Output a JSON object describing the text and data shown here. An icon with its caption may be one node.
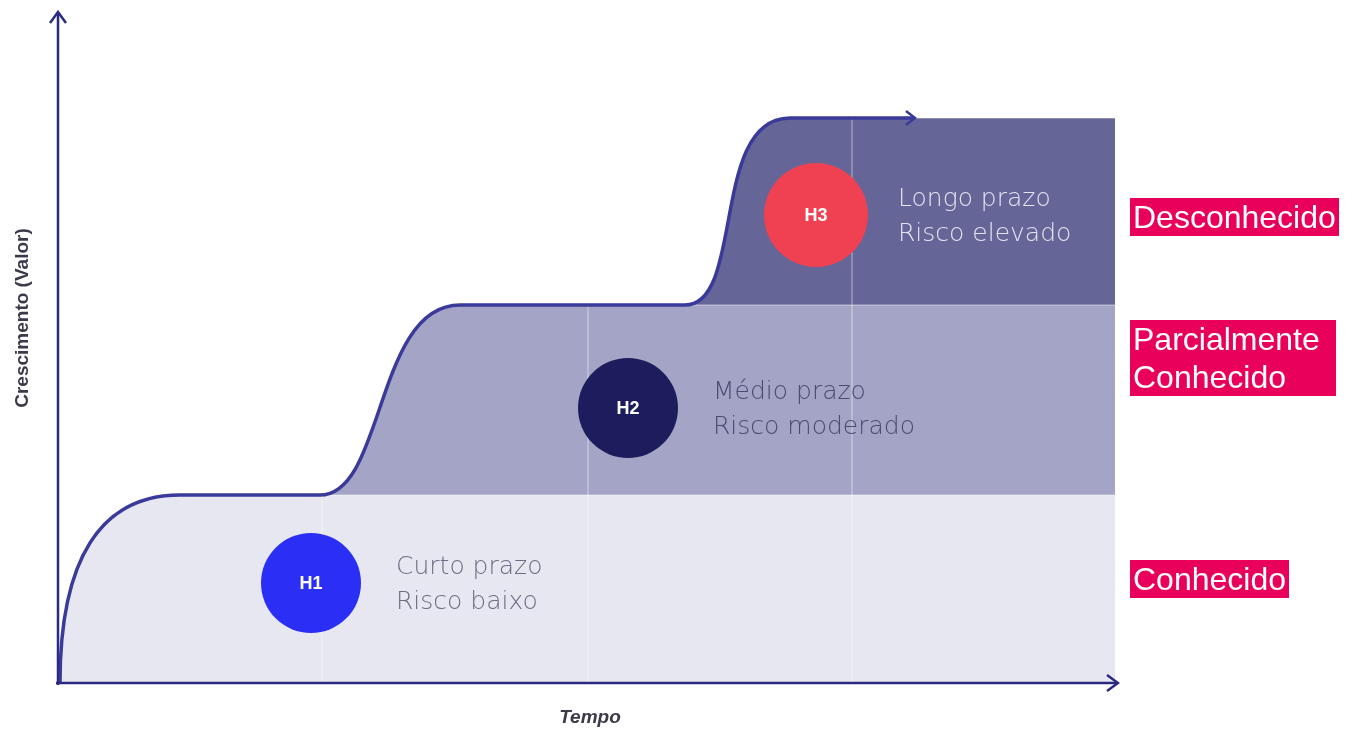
{
  "diagram": {
    "nodes": [
      {
        "text": [
          "H1"
        ],
        "beside": [
          "Curto prazo",
          "Risco baixo"
        ]
      },
      {
        "text": [
          "H2"
        ],
        "beside": [
          "Médio prazo",
          "Risco moderado"
        ]
      },
      {
        "text": [
          "H3"
        ],
        "beside": [
          "Longo prazo",
          "Risco elevado"
        ]
      }
    ],
    "labels": [
      "Desconhecido",
      "Parcialmente Conhecido",
      "Conhecido",
      "Crescimento (Valor)",
      "Tempo"
    ]
  }
}
